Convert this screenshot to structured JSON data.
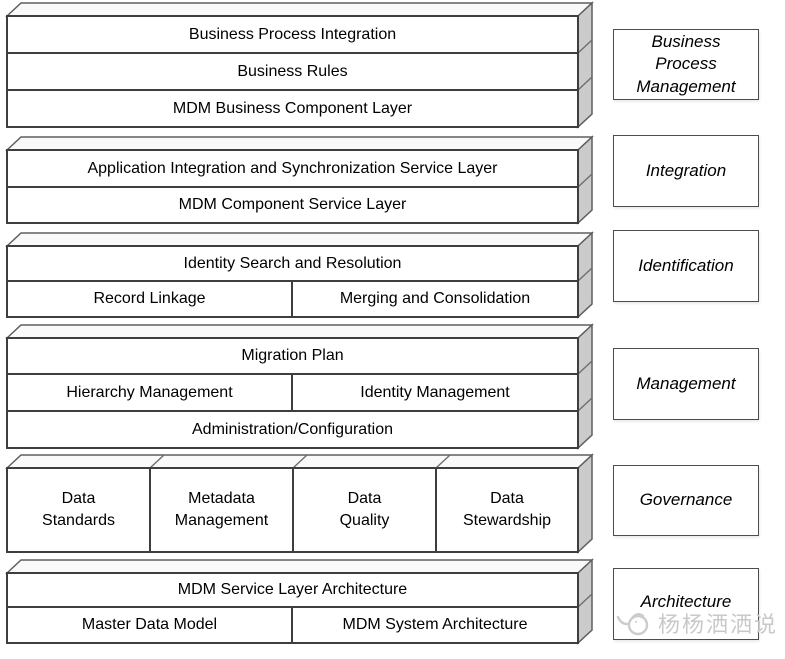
{
  "diagram": {
    "title": "MDM layered architecture diagram",
    "groups": [
      {
        "id": "business-process",
        "rows": [
          {
            "cells": [
              {
                "label": "Business Process Integration"
              }
            ]
          },
          {
            "cells": [
              {
                "label": "Business Rules"
              }
            ]
          },
          {
            "cells": [
              {
                "label": "MDM Business Component Layer"
              }
            ]
          }
        ]
      },
      {
        "id": "integration",
        "rows": [
          {
            "cells": [
              {
                "label": "Application Integration and Synchronization Service Layer"
              }
            ]
          },
          {
            "cells": [
              {
                "label": "MDM Component Service Layer"
              }
            ]
          }
        ]
      },
      {
        "id": "identification",
        "rows": [
          {
            "cells": [
              {
                "label": "Identity Search and Resolution"
              }
            ]
          },
          {
            "cells": [
              {
                "label": "Record Linkage"
              },
              {
                "label": "Merging and Consolidation"
              }
            ]
          }
        ]
      },
      {
        "id": "management",
        "rows": [
          {
            "cells": [
              {
                "label": "Migration Plan"
              }
            ]
          },
          {
            "cells": [
              {
                "label": "Hierarchy Management"
              },
              {
                "label": "Identity Management"
              }
            ]
          },
          {
            "cells": [
              {
                "label": "Administration/Configuration"
              }
            ]
          }
        ]
      },
      {
        "id": "governance",
        "rows": [
          {
            "cells": [
              {
                "label": "Data\nStandards"
              },
              {
                "label": "Metadata\nManagement"
              },
              {
                "label": "Data\nQuality"
              },
              {
                "label": "Data\nStewardship"
              }
            ]
          }
        ]
      },
      {
        "id": "architecture",
        "rows": [
          {
            "cells": [
              {
                "label": "MDM Service Layer Architecture"
              }
            ]
          },
          {
            "cells": [
              {
                "label": "Master Data Model"
              },
              {
                "label": "MDM System Architecture"
              }
            ]
          }
        ]
      }
    ],
    "right_labels": [
      {
        "label": "Business\nProcess\nManagement"
      },
      {
        "label": "Integration"
      },
      {
        "label": "Identification"
      },
      {
        "label": "Management"
      },
      {
        "label": "Governance"
      },
      {
        "label": "Architecture"
      }
    ],
    "watermark": {
      "icon": "chick-doodle-icon",
      "text": "杨杨洒洒说"
    },
    "colors": {
      "background": "#ffffff",
      "face_fill": "#ffffff",
      "top_fill": "#f9f9f9",
      "side_fill": "#cbcbcb",
      "face_border": "#3e3e3e",
      "edge_border": "#5f5f5f",
      "text": "#000000",
      "watermark": "#c9c9c9"
    }
  }
}
